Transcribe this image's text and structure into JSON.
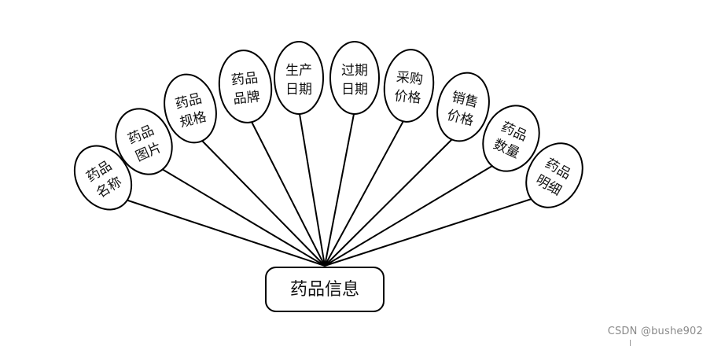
{
  "diagram": {
    "entity": "药品信息",
    "attributes": [
      [
        "药品",
        "名称"
      ],
      [
        "药品",
        "图片"
      ],
      [
        "药品",
        "规格"
      ],
      [
        "药品",
        "品牌"
      ],
      [
        "生产",
        "日期"
      ],
      [
        "过期",
        "日期"
      ],
      [
        "采购",
        "价格"
      ],
      [
        "销售",
        "价格"
      ],
      [
        "药品",
        "数量"
      ],
      [
        "药品",
        "明细"
      ]
    ]
  },
  "watermark": "CSDN @bushe902"
}
